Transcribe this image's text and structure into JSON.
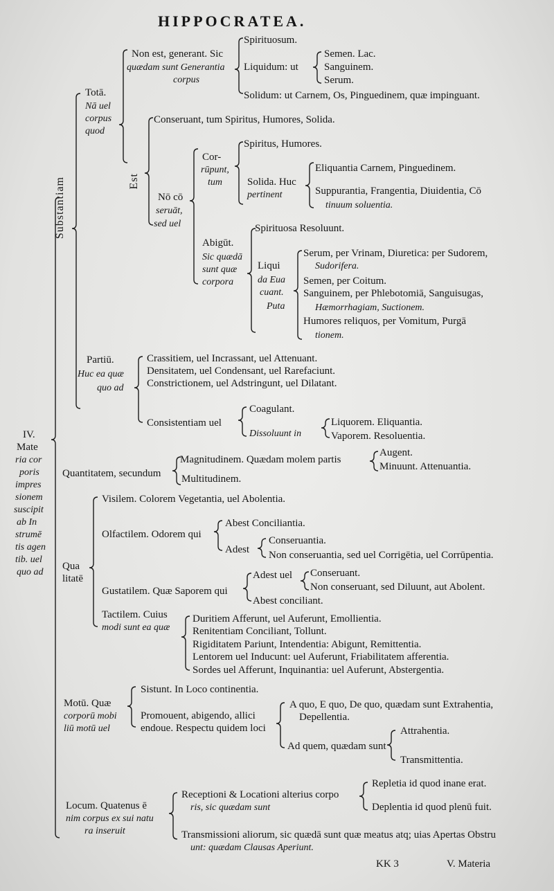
{
  "header": "HIPPOCRATEA.",
  "entries": [
    "Spirituosum.",
    "Non est, generant. Sic",
    "quædam sunt Generantia",
    "corpus",
    "Liquidum: ut",
    "Semen. Lac.",
    "Sanguinem.",
    "Serum.",
    "Solidum: ut Carnem, Os, Pinguedinem, quæ impinguant.",
    "Totā.",
    "Nā uel",
    "corpus",
    "quod",
    "Conseruant, tum Spiritus, Humores, Solida.",
    "Est",
    "Spiritus, Humores.",
    "Cor-",
    "rūpunt,",
    "tum",
    "Solida. Huc",
    "pertinent",
    "Eliquantia Carnem, Pinguedinem.",
    "Suppurantia, Frangentia, Diuidentia, Cō",
    "tinuum soluentia.",
    "Nō cō",
    "seruāt,",
    "sed uel",
    "Substantiam",
    "Spirituosa Resoluunt.",
    "Abigūt.",
    "Sic quædā",
    "sunt quæ",
    "corpora",
    "Serum, per Vrinam, Diuretica: per Sudorem,",
    "Sudorifera.",
    "Liqui",
    "da Eua",
    "cuant.",
    "Puta",
    "Semen, per Coitum.",
    "Sanguinem, per Phlebotomiā, Sanguisugas,",
    "Hæmorrhagiam, Suctionem.",
    "Humores reliquos, per Vomitum, Purgā",
    "tionem.",
    "Partiū.",
    "Huc ea quæ",
    "quo ad",
    "Crassitiem, uel Incrassant, uel Attenuant.",
    "Densitatem, uel Condensant, uel Rarefaciunt.",
    "Constrictionem, uel Adstringunt, uel Dilatant.",
    "Coagulant.",
    "Consistentiam uel",
    "Dissoluunt in",
    "Liquorem. Eliquantia.",
    "Vaporem. Resoluentia.",
    "IV.",
    "Mate",
    "ria cor",
    "poris",
    "impres",
    "sionem",
    "suscipit",
    "ab In",
    "strumē",
    "tis agen",
    "tib. uel",
    "quo ad",
    "Magnitudinem. Quædam molem partis",
    "Augent.",
    "Minuunt. Attenuantia.",
    "Quantitatem, secundum",
    "Multitudinem.",
    "Visilem. Colorem Vegetantia, uel Abolentia.",
    "Abest Conciliantia.",
    "Olfactilem. Odorem qui",
    "Conseruantia.",
    "Adest",
    "Non conseruantia, sed uel Corrigētia, uel Corrūpentia.",
    "Qua",
    "litatē",
    "Adest uel",
    "Conseruant.",
    "Non conseruant, sed Diluunt, aut Abolent.",
    "Gustatilem. Quæ Saporem qui",
    "Abest conciliant.",
    "Tactilem. Cuius",
    "modi sunt ea quæ",
    "Duritiem Afferunt, uel Auferunt, Emollientia.",
    "Renitentiam Conciliant, Tollunt.",
    "Rigiditatem Pariunt, Intendentia: Abigunt, Remittentia.",
    "Lentorem uel Inducunt: uel Auferunt, Friabilitatem afferentia.",
    "Sordes uel Afferunt, Inquinantia: uel Auferunt, Abstergentia.",
    "Sistunt. In Loco continentia.",
    "Motū. Quæ",
    "corporū mobi",
    "liū motū uel",
    "Promouent, abigendo, allici",
    "endoue. Respectu quidem loci",
    "A quo, E quo, De quo, quædam sunt Extrahentia,",
    "Depellentia.",
    "Attrahentia.",
    "Ad quem, quædam sunt",
    "Transmittentia.",
    "Repletia id quod inane erat.",
    "Receptioni & Locationi alterius corpo",
    "ris, sic quædam sunt",
    "Locum. Quatenus ē",
    "nim corpus ex sui natu",
    "ra inseruit",
    "Deplentia id quod plenū fuit.",
    "Transmissioni aliorum, sic quædā sunt quæ meatus atq; uias Apertas Obstru",
    "unt: quædam Clausas Aperiunt."
  ],
  "footer": {
    "signature": "KK 3",
    "catchword": "V. Materia"
  }
}
